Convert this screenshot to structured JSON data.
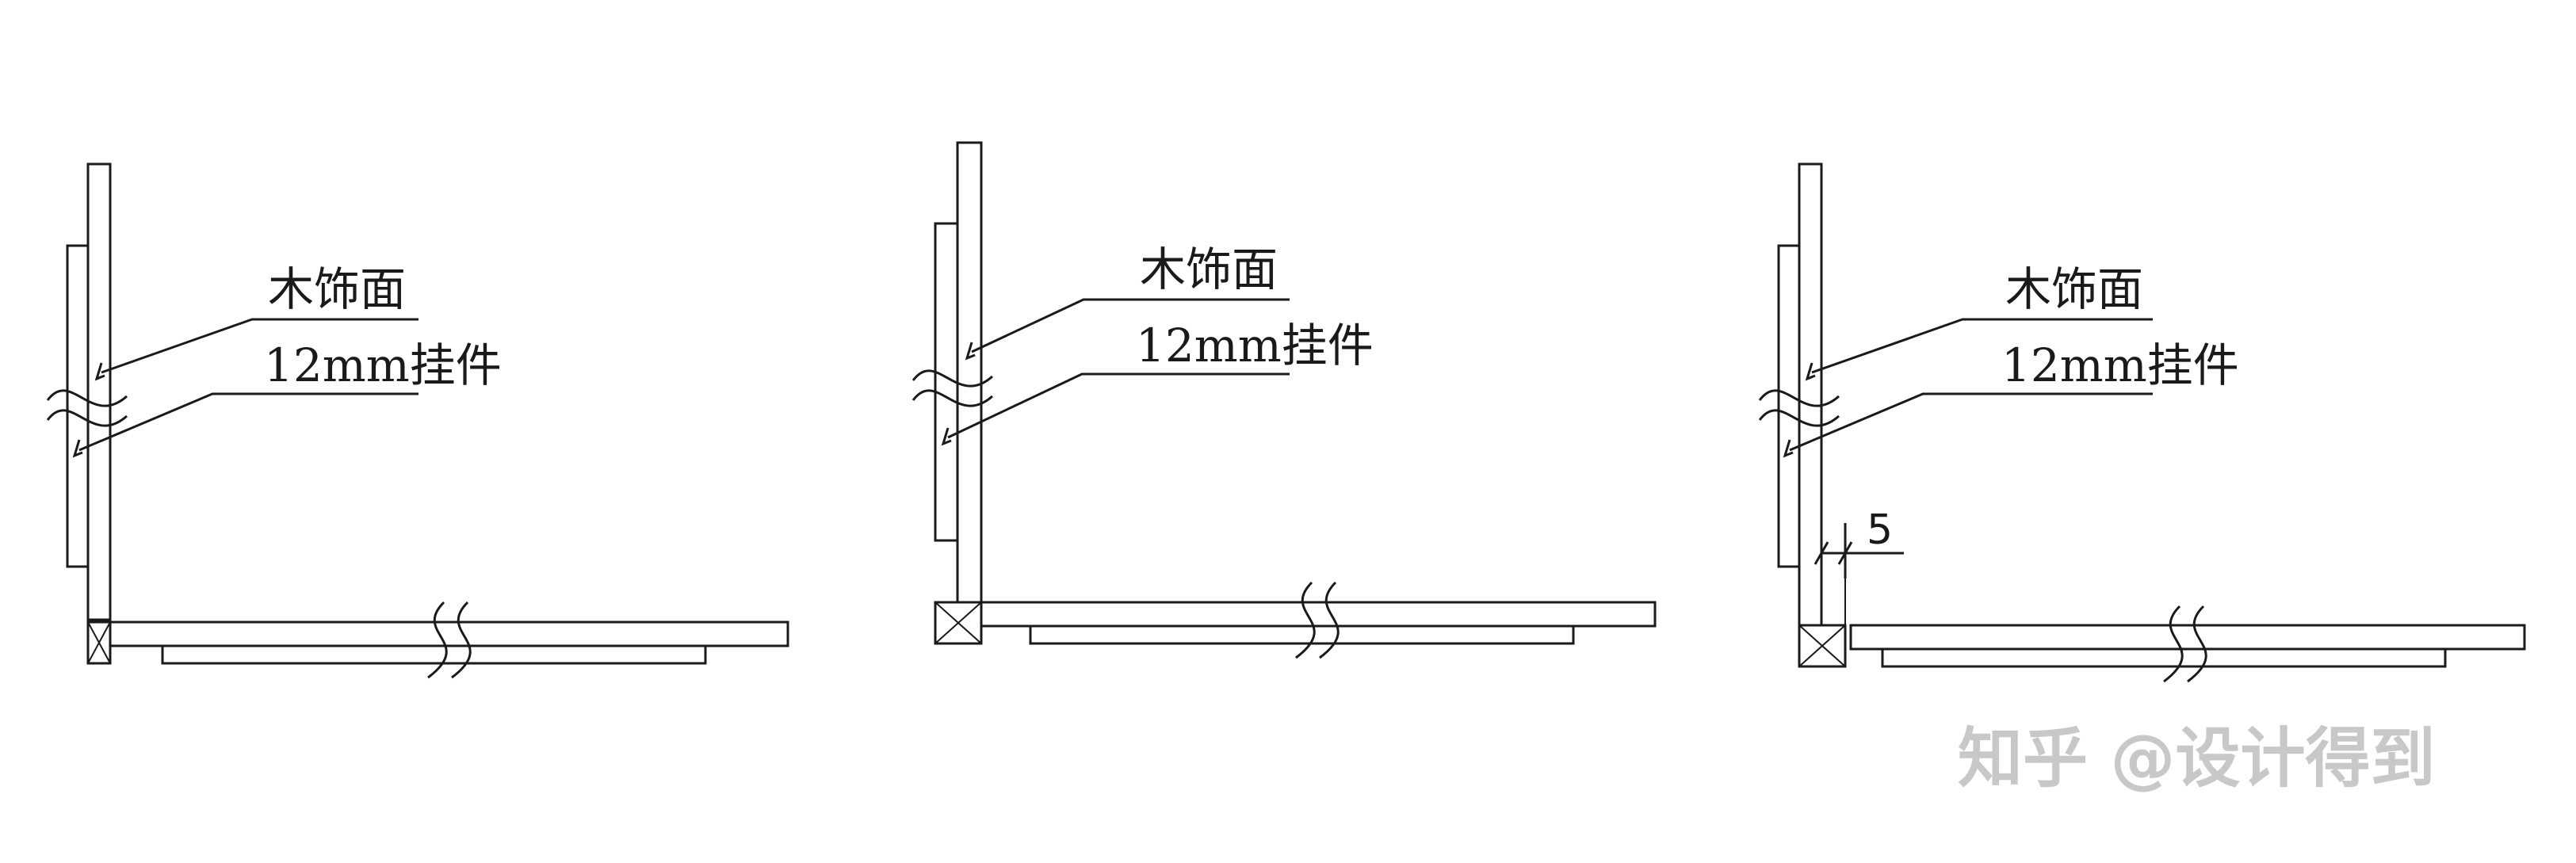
{
  "panels": [
    {
      "label_finish": "木饰面",
      "label_hanger": "12mm挂件"
    },
    {
      "label_finish": "木饰面",
      "label_hanger": "12mm挂件"
    },
    {
      "label_finish": "木饰面",
      "label_hanger": "12mm挂件",
      "gap_dimension": "5"
    }
  ],
  "watermark": "知乎 @设计得到",
  "colors": {
    "line": "#1a1a1a",
    "stipple": "#555555",
    "watermark": "#c8c8c8"
  }
}
